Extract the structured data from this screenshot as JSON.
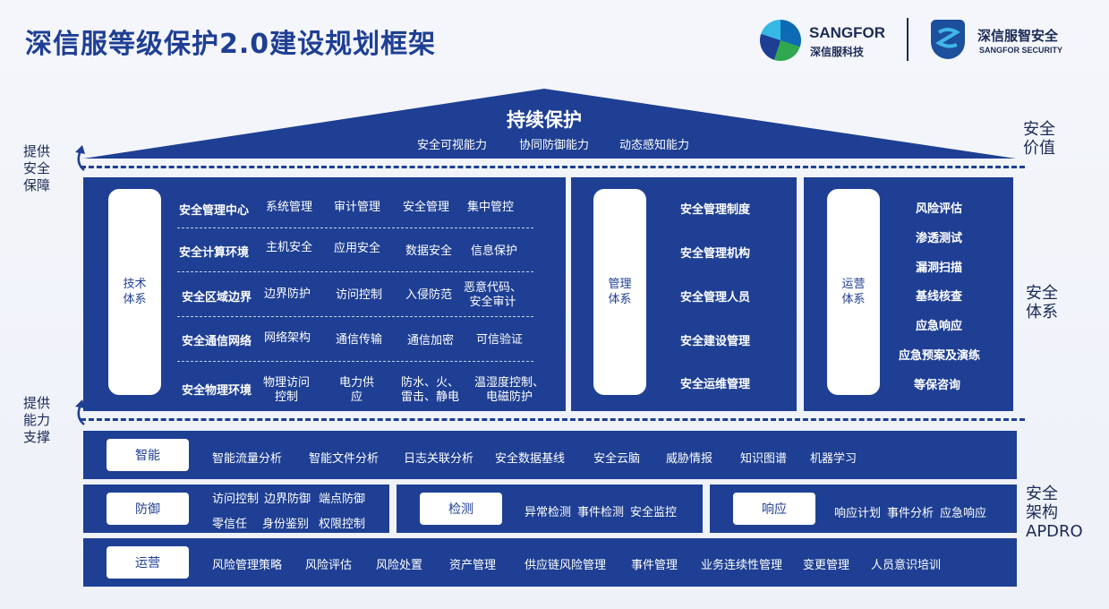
{
  "title": "深信服等级保护2.0建设规划框架",
  "logos": {
    "sangfor_en": "SANGFOR",
    "sangfor_cn": "深信服科技",
    "security_cn": "深信服智安全",
    "security_en": "SANGFOR SECURITY"
  },
  "left_labels": {
    "top": [
      "提供",
      "安全",
      "保障"
    ],
    "bottom": [
      "提供",
      "能力",
      "支撑"
    ]
  },
  "right_labels": {
    "value": [
      "安全",
      "价值"
    ],
    "system": [
      "安全",
      "体系"
    ],
    "arch": [
      "安全",
      "架构",
      "APDRO"
    ]
  },
  "roof": {
    "title": "持续保护",
    "items": [
      "安全可视能力",
      "协同防御能力",
      "动态感知能力"
    ]
  },
  "tech": {
    "pill": [
      "技术",
      "体系"
    ],
    "rows": [
      {
        "head": "安全管理中心",
        "items": [
          "系统管理",
          "审计管理",
          "安全管理",
          "集中管控"
        ]
      },
      {
        "head": "安全计算环境",
        "items": [
          "主机安全",
          "应用安全",
          "数据安全",
          "信息保护"
        ]
      },
      {
        "head": "安全区域边界",
        "items": [
          "边界防护",
          "访问控制",
          "入侵防范",
          "恶意代码、\n安全审计"
        ]
      },
      {
        "head": "安全通信网络",
        "items": [
          "网络架构",
          "通信传输",
          "通信加密",
          "可信验证"
        ]
      },
      {
        "head": "安全物理环境",
        "items": [
          "物理访问\n控制",
          "电力供\n应",
          "防水、火、\n雷击、静电",
          "温湿度控制、\n电磁防护"
        ]
      }
    ]
  },
  "mgmt": {
    "pill": [
      "管理",
      "体系"
    ],
    "items": [
      "安全管理制度",
      "安全管理机构",
      "安全管理人员",
      "安全建设管理",
      "安全运维管理"
    ]
  },
  "ops": {
    "pill": [
      "运营",
      "体系"
    ],
    "items": [
      "风险评估",
      "渗透测试",
      "漏洞扫描",
      "基线核查",
      "应急响应",
      "应急预案及演练",
      "等保咨询"
    ]
  },
  "intel": {
    "label": "智能",
    "items": [
      "智能流量分析",
      "智能文件分析",
      "日志关联分析",
      "安全数据基线",
      "安全云脑",
      "威胁情报",
      "知识图谱",
      "机器学习"
    ]
  },
  "defense": {
    "label": "防御",
    "line1": [
      "访问控制",
      "边界防御",
      "端点防御"
    ],
    "line2": [
      "零信任",
      "身份鉴别",
      "权限控制"
    ]
  },
  "detect": {
    "label": "检测",
    "items": [
      "异常检测",
      "事件检测",
      "安全监控"
    ]
  },
  "respond": {
    "label": "响应",
    "items": [
      "响应计划",
      "事件分析",
      "应急响应"
    ]
  },
  "operate": {
    "label": "运营",
    "items": [
      "风险管理策略",
      "风险评估",
      "风险处置",
      "资产管理",
      "供应链风险管理",
      "事件管理",
      "业务连续性管理",
      "变更管理",
      "人员意识培训"
    ]
  },
  "colors": {
    "primary": "#1e3f93",
    "background": "#f1f4fa",
    "text_dark": "#1b2b56"
  }
}
